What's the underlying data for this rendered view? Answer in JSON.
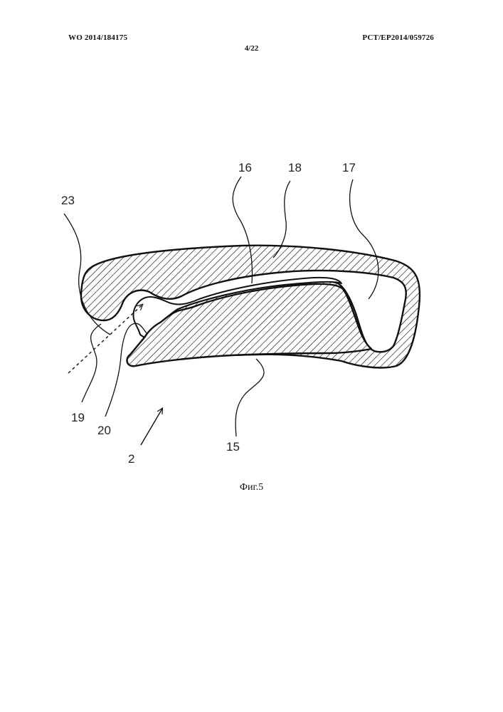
{
  "header": {
    "publication_number": "WO 2014/184175",
    "application_number": "PCT/EP2014/059726",
    "sheet": "4/22"
  },
  "figure": {
    "caption": "Фиг.5",
    "reference_numerals": {
      "r16": "16",
      "r18": "18",
      "r17": "17",
      "r23": "23",
      "r19": "19",
      "r20": "20",
      "r2": "2",
      "r15": "15"
    },
    "colors": {
      "outline": "#111111",
      "hatch": "#111111",
      "background": "#ffffff"
    }
  }
}
